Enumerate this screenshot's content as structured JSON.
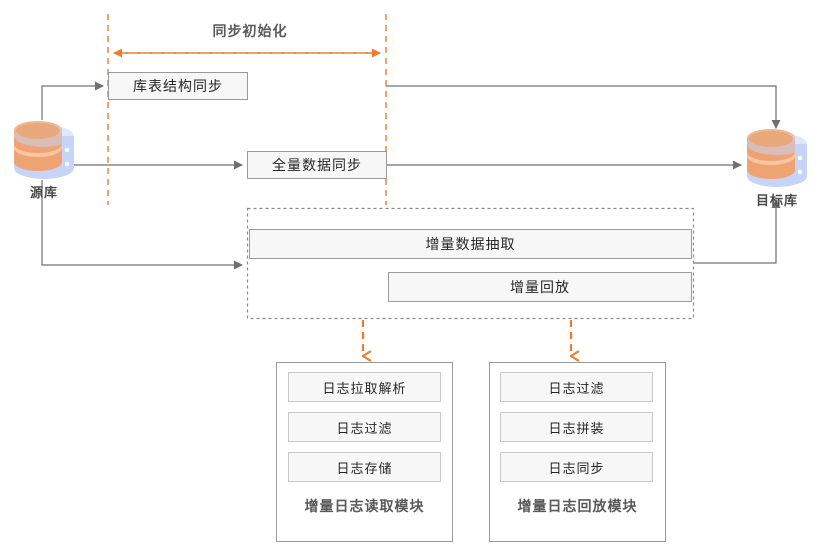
{
  "diagram": {
    "title_phase": "同步初始化",
    "source_db": {
      "label": "源库",
      "icon": "database-icon"
    },
    "target_db": {
      "label": "目标库",
      "icon": "database-icon"
    },
    "stages": [
      {
        "id": "schema-sync",
        "label": "库表结构同步"
      },
      {
        "id": "full-data-sync",
        "label": "全量数据同步"
      },
      {
        "id": "incr-extract",
        "label": "增量数据抽取"
      },
      {
        "id": "incr-replay",
        "label": "增量回放"
      }
    ],
    "modules": [
      {
        "id": "incr-log-read-module",
        "caption": "增量日志读取模块",
        "items": [
          "日志拉取解析",
          "日志过滤",
          "日志存储"
        ]
      },
      {
        "id": "incr-log-replay-module",
        "caption": "增量日志回放模块",
        "items": [
          "日志过滤",
          "日志拼装",
          "日志同步"
        ]
      }
    ],
    "colors": {
      "accent_orange": "#ed7d31",
      "box_fill": "#f7f7f7",
      "box_border": "#9a9a9a",
      "line_gray": "#7f7f7f",
      "text_dark": "#262626",
      "db_body": "#c6d4f7",
      "db_disk": "#f0a372"
    }
  }
}
